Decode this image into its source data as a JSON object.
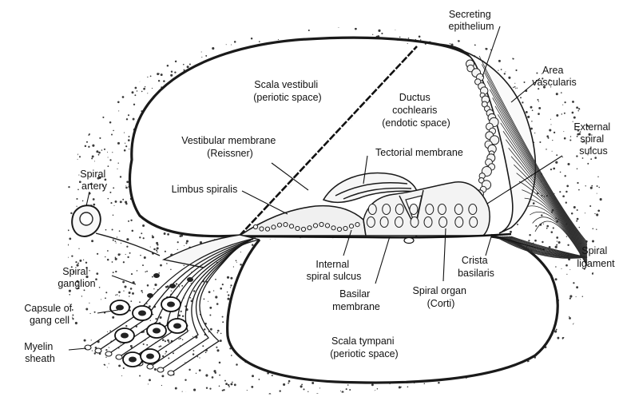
{
  "labels": {
    "secreting_epithelium": [
      "Secreting",
      "epithelium"
    ],
    "area_vascularis": [
      "Area",
      "vascularis"
    ],
    "scala_vestibuli": [
      "Scala vestibuli",
      "(periotic space)"
    ],
    "ductus_cochlearis": [
      "Ductus",
      "cochlearis",
      "(endotic space)"
    ],
    "external_spiral_sulcus": [
      "External",
      "spiral",
      "sulcus"
    ],
    "vestibular_membrane": [
      "Vestibular membrane",
      "(Reissner)"
    ],
    "tectorial_membrane": [
      "Tectorial membrane"
    ],
    "spiral_artery": [
      "Spiral",
      "artery"
    ],
    "limbus_spiralis": [
      "Limbus spiralis"
    ],
    "spiral_ligament": [
      "Spiral",
      "ligament"
    ],
    "internal_spiral_sulcus": [
      "Internal",
      "spiral sulcus"
    ],
    "crista_basilaris": [
      "Crista",
      "basilaris"
    ],
    "spiral_ganglion": [
      "Spiral",
      "ganglion"
    ],
    "basilar_membrane": [
      "Basilar",
      "membrane"
    ],
    "spiral_organ": [
      "Spiral organ",
      "(Corti)"
    ],
    "capsule_of_gang_cell": [
      "Capsule of",
      "gang cell"
    ],
    "myelin_sheath": [
      "Myelin",
      "sheath"
    ],
    "scala_tympani": [
      "Scala tympani",
      "(periotic space)"
    ]
  }
}
